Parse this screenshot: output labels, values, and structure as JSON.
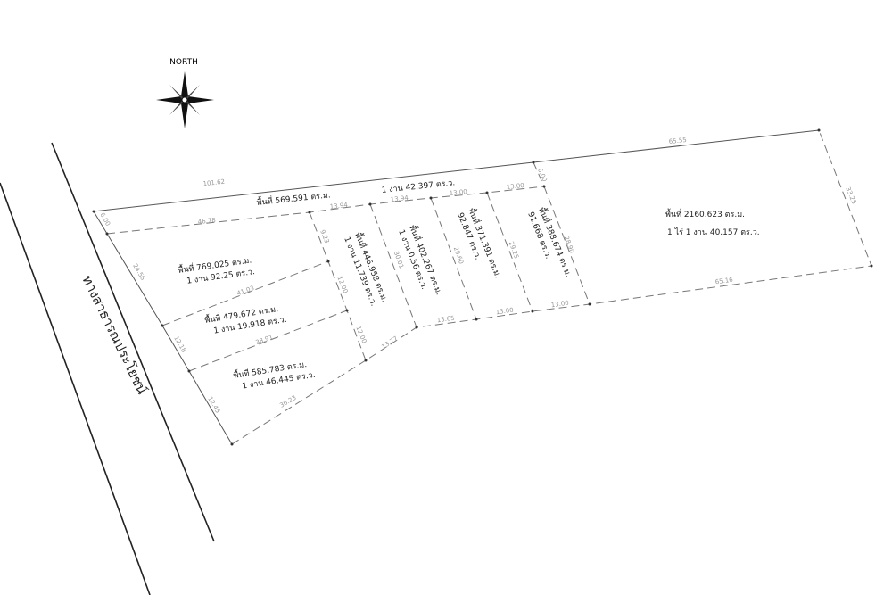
{
  "north_label": "NORTH",
  "road_label": "ทางสาธารณประโยชน์",
  "lots": [
    {
      "area_sqm": "พื้นที่ 569.591 ตร.ม.",
      "area_thai": "1 งาน 42.397 ตร.ว."
    },
    {
      "area_sqm": "พื้นที่ 769.025 ตร.ม.",
      "area_thai": "1 งาน 92.25 ตร.ว."
    },
    {
      "area_sqm": "พื้นที่ 479.672 ตร.ม.",
      "area_thai": "1 งาน 19.918 ตร.ว."
    },
    {
      "area_sqm": "พื้นที่ 585.783 ตร.ม.",
      "area_thai": "1 งาน 46.445 ตร.ว."
    },
    {
      "area_sqm": "พื้นที่ 446.958 ตร.ม.",
      "area_thai": "1 งาน 11.739 ตร.ว."
    },
    {
      "area_sqm": "พื้นที่ 402.267 ตร.ม.",
      "area_thai": "1 งาน 0.56 ตร.ว."
    },
    {
      "area_sqm": "พื้นที่ 371.391 ตร.ม.",
      "area_thai": "92.847 ตร.ว."
    },
    {
      "area_sqm": "พื้นที่ 388.674 ตร.ม.",
      "area_thai": "91.668 ตร.ว."
    },
    {
      "area_sqm": "พื้นที่ 2160.623 ตร.ม.",
      "area_thai": "1 ไร่ 1 งาน 40.157 ตร.ว."
    }
  ],
  "dims": [
    "101.62",
    "65.55",
    "6.00",
    "6.00",
    "46.78",
    "13.94",
    "13.94",
    "13.00",
    "13.00",
    "33.25",
    "65.16",
    "9.23",
    "12.00",
    "12.00",
    "41.03",
    "38.91",
    "36.23",
    "24.56",
    "12.18",
    "12.45",
    "13.77",
    "13.65",
    "13.00",
    "13.00",
    "30.01",
    "29.60",
    "29.25",
    "28.90"
  ]
}
